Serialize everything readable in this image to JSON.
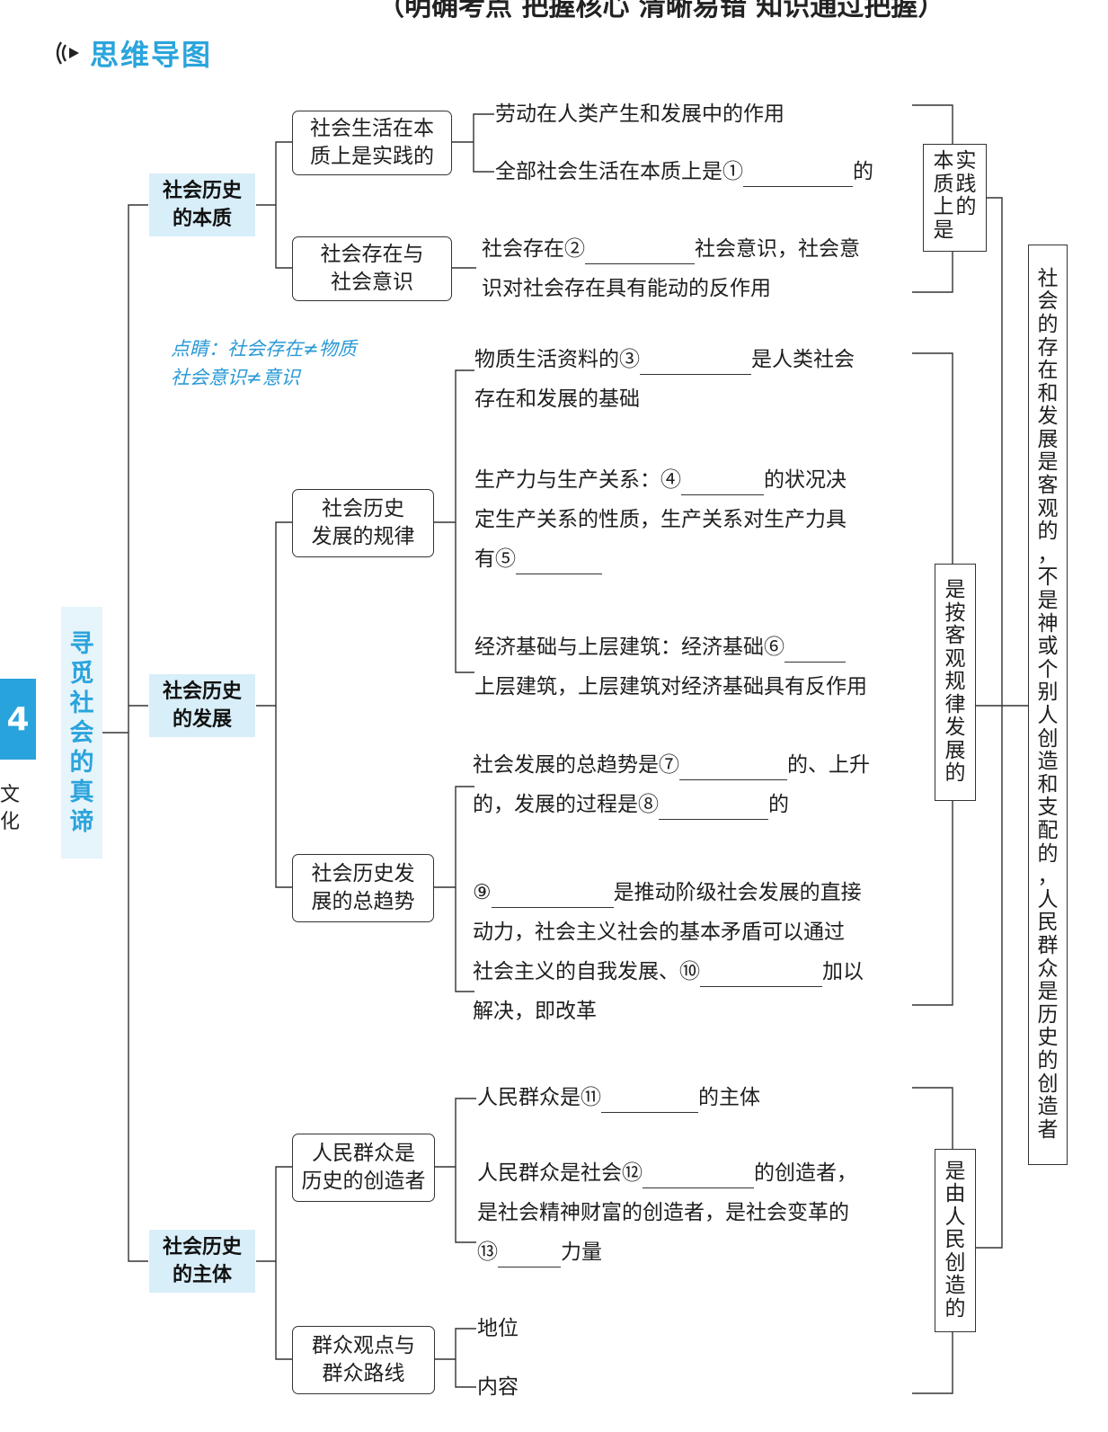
{
  "top_fragment": "（明确考点 把握核心 清晰易错 知识通过把握）",
  "header": {
    "title": "思维导图",
    "icon": "sound-wave-icon"
  },
  "chapter_tab": "4",
  "root": {
    "title": "寻觅社会的真谛",
    "chars": [
      "寻",
      "觅",
      "社",
      "会",
      "的",
      "真",
      "谛"
    ]
  },
  "tip": {
    "line1": "点睛：社会存在≠物质",
    "line2": "社会意识≠意识"
  },
  "sections": [
    {
      "label_1": "社会历史",
      "label_2": "的本质"
    },
    {
      "label_1": "社会历史",
      "label_2": "的发展"
    },
    {
      "label_1": "社会历史",
      "label_2": "的主体"
    }
  ],
  "subs": [
    {
      "line1": "社会生活在本",
      "line2": "质上是实践的"
    },
    {
      "line1": "社会存在与",
      "line2": "社会意识"
    },
    {
      "line1": "社会历史",
      "line2": "发展的规律"
    },
    {
      "line1": "社会历史发",
      "line2": "展的总趋势"
    },
    {
      "line1": "人民群众是",
      "line2": "历史的创造者"
    },
    {
      "line1": "群众观点与",
      "line2": "群众路线"
    }
  ],
  "details": {
    "d1": "劳动在人类产生和发展中的作用",
    "d2a": "全部社会生活在本质上是①",
    "d2b": "的",
    "d3a": "社会存在②",
    "d3b": "社会意识，社会意",
    "d3c": "识对社会存在具有能动的反作用",
    "d4a": "物质生活资料的③",
    "d4b": "是人类社会",
    "d4c": "存在和发展的基础",
    "d5a": "生产力与生产关系：④",
    "d5b": "的状况决",
    "d5c": "定生产关系的性质，生产关系对生产力具",
    "d5d": "有⑤",
    "d6a": "经济基础与上层建筑：经济基础⑥",
    "d6b": "上层建筑，上层建筑对经济基础具有反作用",
    "d7a": "社会发展的总趋势是⑦",
    "d7b": "的、上升",
    "d7c": "的，发展的过程是⑧",
    "d7d": "的",
    "d8a": "⑨",
    "d8b": "是推动阶级社会发展的直接",
    "d8c": "动力，社会主义社会的基本矛盾可以通过",
    "d8d": "社会主义的自我发展、⑩",
    "d8e": "加以",
    "d8f": "解决，即改革",
    "d9a": "人民群众是⑪",
    "d9b": "的主体",
    "d10a": "人民群众是社会⑫",
    "d10b": "的创造者，",
    "d10c": "是社会精神财富的创造者，是社会变革的",
    "d10d": "⑬",
    "d10e": "力量",
    "d11": "地位",
    "d12": "内容"
  },
  "conclusions": {
    "c1_col1": [
      "本",
      "质",
      "上",
      "是"
    ],
    "c1_col2": [
      "实",
      "践",
      "的"
    ],
    "c2": [
      "是",
      "按",
      "客",
      "观",
      "规",
      "律",
      "发",
      "展",
      "的"
    ],
    "c3": [
      "是",
      "由",
      "人",
      "民",
      "创",
      "造",
      "的"
    ],
    "final": [
      "社",
      "会",
      "的",
      "存",
      "在",
      "和",
      "发",
      "展",
      "是",
      "客",
      "观",
      "的",
      "，",
      "不",
      "是",
      "神",
      "或",
      "个",
      "别",
      "人",
      "创",
      "造",
      "和",
      "支",
      "配",
      "的",
      "，",
      "人",
      "民",
      "群",
      "众",
      "是",
      "历",
      "史",
      "的",
      "创",
      "造",
      "者"
    ]
  }
}
